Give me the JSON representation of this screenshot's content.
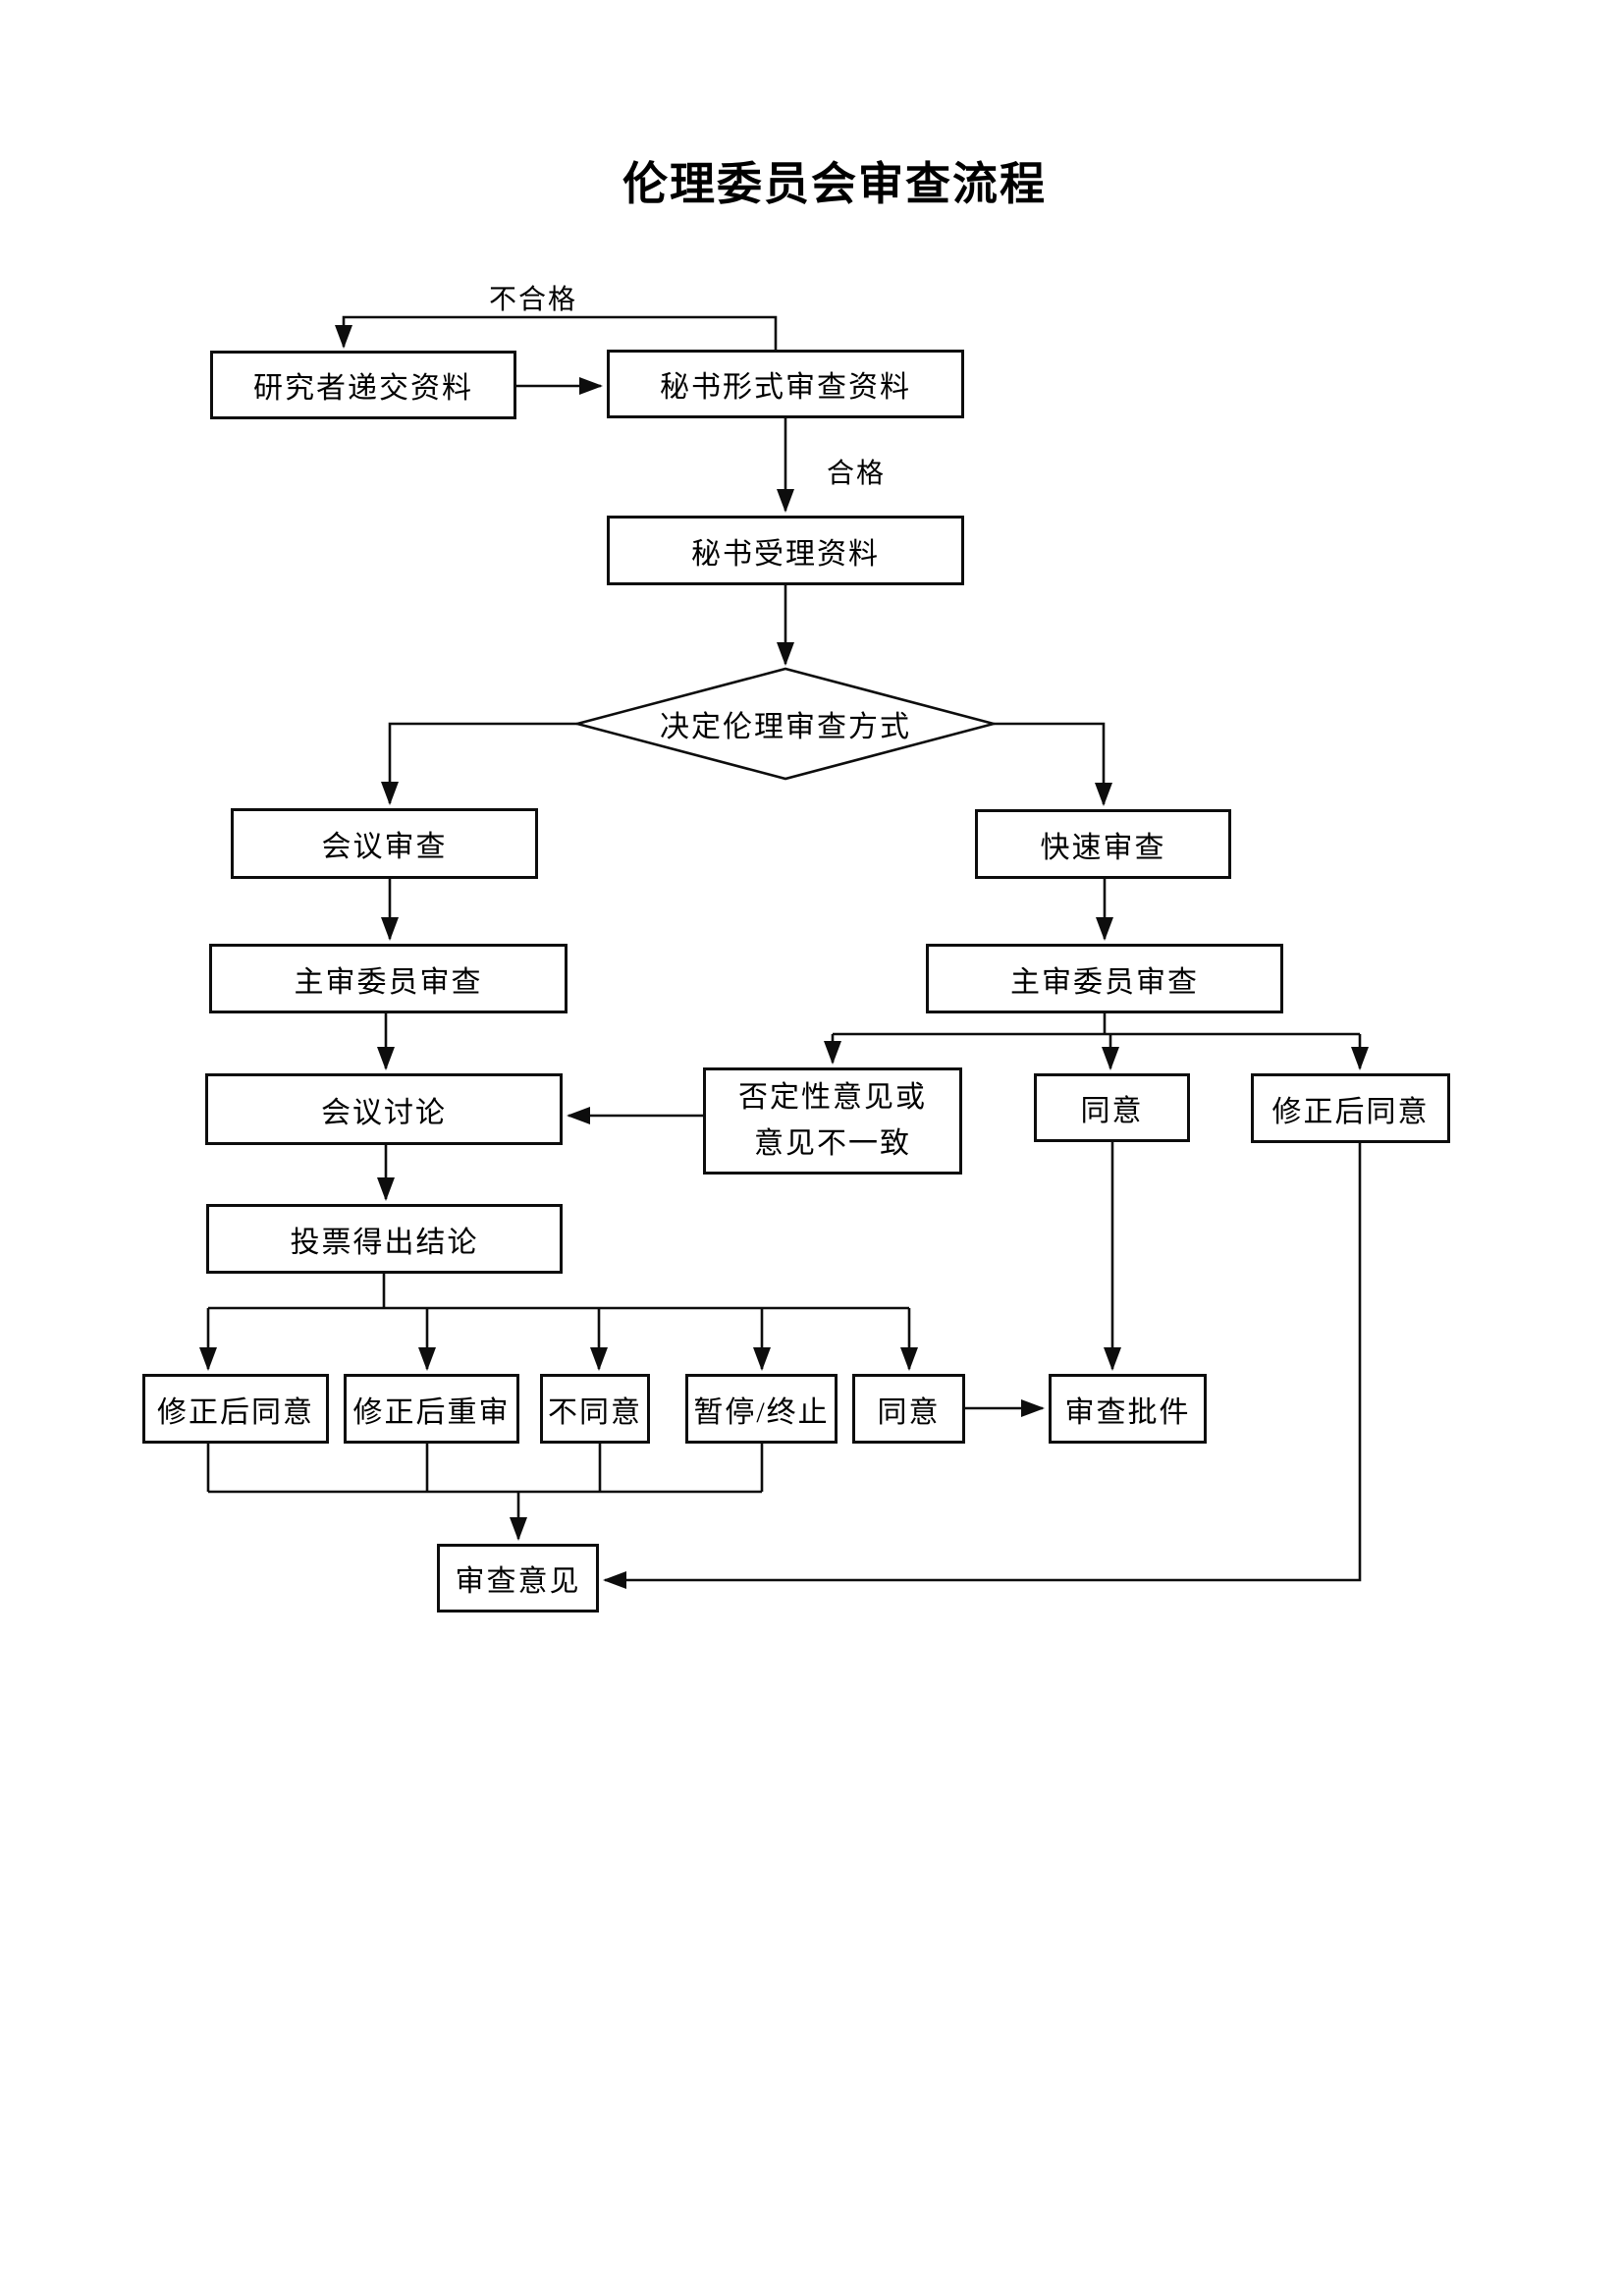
{
  "title": "伦理委员会审查流程",
  "edge_labels": {
    "fail": "不合格",
    "pass": "合格"
  },
  "nodes": {
    "submit": "研究者递交资料",
    "formal_review": "秘书形式审查资料",
    "accept": "秘书受理资料",
    "decide": "决定伦理审查方式",
    "meeting_review": "会议审查",
    "fast_review": "快速审查",
    "chief_review_left": "主审委员审查",
    "chief_review_right": "主审委员审查",
    "meeting_discussion": "会议讨论",
    "negative_opinion_line1": "否定性意见或",
    "negative_opinion_line2": "意见不一致",
    "agree_right": "同意",
    "agree_after_revision_right": "修正后同意",
    "vote": "投票得出结论",
    "agree_after_revision": "修正后同意",
    "re_review_after_revision": "修正后重审",
    "disagree": "不同意",
    "suspend_terminate": "暂停/终止",
    "agree_bottom": "同意",
    "approval_document": "审查批件",
    "review_opinion": "审查意见"
  },
  "edges": [
    {
      "from": "formal_review",
      "to": "submit",
      "label": "不合格"
    },
    {
      "from": "submit",
      "to": "formal_review",
      "label": ""
    },
    {
      "from": "formal_review",
      "to": "accept",
      "label": "合格"
    },
    {
      "from": "accept",
      "to": "decide",
      "label": ""
    },
    {
      "from": "decide",
      "to": "meeting_review",
      "label": ""
    },
    {
      "from": "decide",
      "to": "fast_review",
      "label": ""
    },
    {
      "from": "meeting_review",
      "to": "chief_review_left",
      "label": ""
    },
    {
      "from": "fast_review",
      "to": "chief_review_right",
      "label": ""
    },
    {
      "from": "chief_review_left",
      "to": "meeting_discussion",
      "label": ""
    },
    {
      "from": "chief_review_right",
      "to": "negative_opinion",
      "label": ""
    },
    {
      "from": "chief_review_right",
      "to": "agree_right",
      "label": ""
    },
    {
      "from": "chief_review_right",
      "to": "agree_after_revision_right",
      "label": ""
    },
    {
      "from": "negative_opinion",
      "to": "meeting_discussion",
      "label": ""
    },
    {
      "from": "meeting_discussion",
      "to": "vote",
      "label": ""
    },
    {
      "from": "vote",
      "to": "agree_after_revision",
      "label": ""
    },
    {
      "from": "vote",
      "to": "re_review_after_revision",
      "label": ""
    },
    {
      "from": "vote",
      "to": "disagree",
      "label": ""
    },
    {
      "from": "vote",
      "to": "suspend_terminate",
      "label": ""
    },
    {
      "from": "vote",
      "to": "agree_bottom",
      "label": ""
    },
    {
      "from": "agree_bottom",
      "to": "approval_document",
      "label": ""
    },
    {
      "from": "agree_right",
      "to": "approval_document",
      "label": ""
    },
    {
      "from": "agree_after_revision",
      "to": "review_opinion",
      "label": ""
    },
    {
      "from": "re_review_after_revision",
      "to": "review_opinion",
      "label": ""
    },
    {
      "from": "disagree",
      "to": "review_opinion",
      "label": ""
    },
    {
      "from": "suspend_terminate",
      "to": "review_opinion",
      "label": ""
    },
    {
      "from": "agree_after_revision_right",
      "to": "review_opinion",
      "label": ""
    }
  ]
}
